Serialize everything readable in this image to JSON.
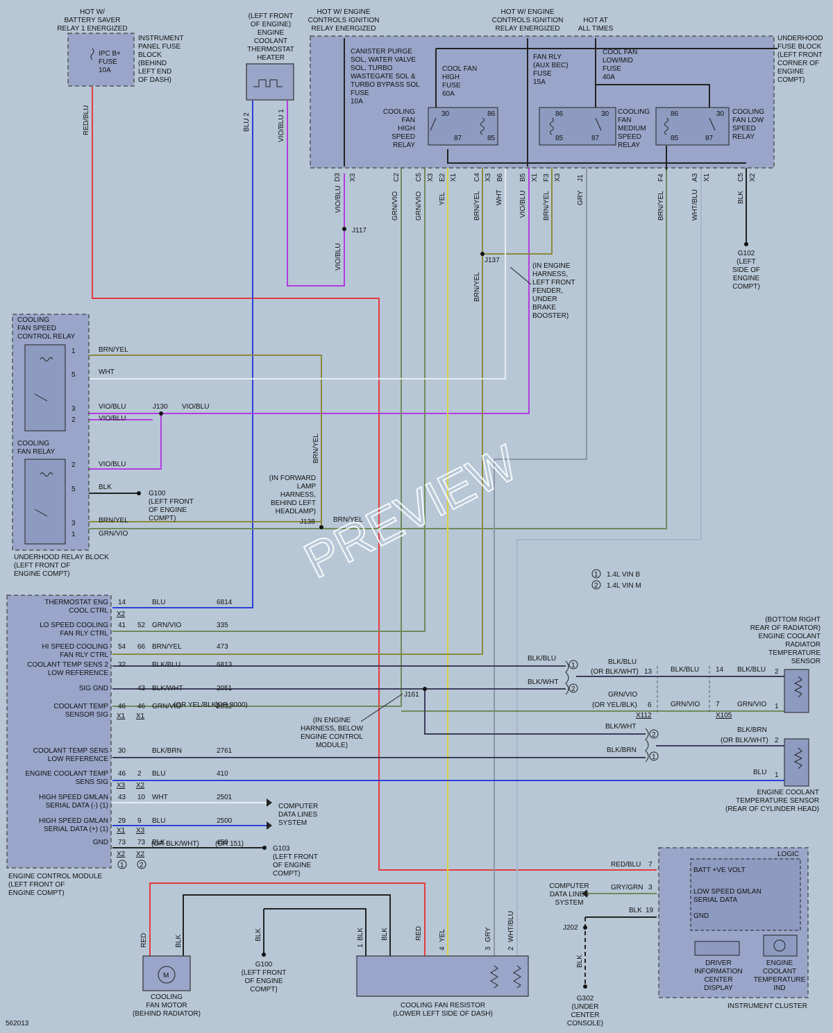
{
  "top": {
    "hot_battery_saver": [
      "HOT W/",
      "BATTERY SAVER",
      "RELAY 1 ENERGIZED"
    ],
    "ipc_fuse": [
      "IPC B+",
      "FUSE",
      "10A"
    ],
    "ip_fuse_block": [
      "INSTRUMENT",
      "PANEL FUSE",
      "BLOCK",
      "(BEHIND",
      "LEFT END",
      "OF DASH)"
    ],
    "heater_label": [
      "(LEFT FRONT",
      "OF ENGINE)",
      "ENGINE",
      "COOLANT",
      "THERMOSTAT",
      "HEATER"
    ],
    "hot_engine_1": [
      "HOT W/ ENGINE",
      "CONTROLS IGNITION",
      "RELAY ENERGIZED"
    ],
    "hot_engine_2": [
      "HOT W/ ENGINE",
      "CONTROLS IGNITION",
      "RELAY ENERGIZED"
    ],
    "hot_all_times": [
      "HOT AT",
      "ALL TIMES"
    ],
    "underhood_fuse_block": [
      "UNDERHOOD",
      "FUSE BLOCK",
      "(LEFT FRONT",
      "CORNER OF",
      "ENGINE",
      "COMPT)"
    ],
    "canister_fuse": [
      "CANISTER PURGE",
      "SOL, WATER VALVE",
      "SOL, TURBO",
      "WASTEGATE SOL &",
      "TURBO BYPASS SOL",
      "FUSE",
      "10A"
    ],
    "cool_fan_high_fuse": [
      "COOL FAN",
      "HIGH",
      "FUSE",
      "60A"
    ],
    "fan_rly_fuse": [
      "FAN RLY",
      "(AUX BEC)",
      "FUSE",
      "15A"
    ],
    "cool_fan_lowmid_fuse": [
      "COOL FAN",
      "LOW/MID",
      "FUSE",
      "40A"
    ],
    "high_relay": [
      "COOLING",
      "FAN",
      "HIGH",
      "SPEED",
      "RELAY"
    ],
    "medium_relay": [
      "COOLING",
      "FAN",
      "MEDIUM",
      "SPEED",
      "RELAY"
    ],
    "low_relay": [
      "COOLING",
      "FAN LOW",
      "SPEED",
      "RELAY"
    ],
    "relay_pins": [
      "30",
      "86",
      "87",
      "85"
    ],
    "connector_labels": [
      "D3",
      "X3",
      "C2",
      "C5",
      "X3",
      "E2",
      "X1",
      "C4",
      "X3",
      "B6",
      "B5",
      "X1",
      "F3",
      "X3",
      "J1",
      "F4",
      "A3",
      "X1",
      "C5",
      "X2"
    ],
    "g102": [
      "G102",
      "(LEFT",
      "SIDE OF",
      "ENGINE",
      "COMPT)"
    ]
  },
  "wires": {
    "red_blu": "RED/BLU",
    "blu_2": "BLU  2",
    "vio_blu_1": "VIO/BLU  1",
    "vio_blu": "VIO/BLU",
    "grn_vio": "GRN/VIO",
    "yel": "YEL",
    "brn_yel": "BRN/YEL",
    "wht": "WHT",
    "gry": "GRY",
    "wht_blu": "WHT/BLU",
    "blk": "BLK",
    "red": "RED",
    "j117": "J117",
    "j137": "J137",
    "j137_note": [
      "(IN ENGINE",
      "HARNESS,",
      "LEFT FRONT",
      "FENDER,",
      "UNDER",
      "BRAKE",
      "BOOSTER)"
    ],
    "j130": "J130",
    "j138": "J138",
    "j138_note": [
      "(IN FORWARD",
      "LAMP",
      "HARNESS,",
      "BEHIND LEFT",
      "HEADLAMP)"
    ],
    "j161": "J161",
    "j161_note": [
      "(IN ENGINE",
      "HARNESS, BELOW",
      "ENGINE CONTROL",
      "MODULE)"
    ],
    "j202": "J202"
  },
  "relay_block": {
    "speed_relay": [
      "COOLING",
      "FAN SPEED",
      "CONTROL RELAY"
    ],
    "fan_relay": [
      "COOLING",
      "FAN RELAY"
    ],
    "location": [
      "UNDERHOOD RELAY BLOCK",
      "(LEFT FRONT OF",
      "ENGINE COMPT)"
    ],
    "g100_right": [
      "G100",
      "(LEFT FRONT",
      "OF ENGINE",
      "COMPT)"
    ],
    "pin_labels": [
      "1",
      "5",
      "3",
      "2",
      "2",
      "5",
      "3",
      "1"
    ],
    "wire_labels": [
      "BRN/YEL",
      "WHT",
      "VIO/BLU",
      "VIO/BLU",
      "VIO/BLU",
      "BLK",
      "BRN/YEL",
      "GRN/VIO",
      "VIO/BLU",
      "BRN/YEL"
    ]
  },
  "legend": [
    {
      "num": "1",
      "text": "1.4L VIN B"
    },
    {
      "num": "2",
      "text": "1.4L VIN M"
    }
  ],
  "ecm": {
    "title": [
      "ENGINE CONTROL MODULE",
      "(LEFT FRONT OF",
      "ENGINE COMPT)"
    ],
    "rows": [
      {
        "label": [
          "THERMOSTAT ENG",
          "COOL CTRL"
        ],
        "pin": "14",
        "pin2": "",
        "color": "BLU",
        "circuit": "6814"
      },
      {
        "label": [
          "LO SPEED COOLING",
          "FAN RLY CTRL"
        ],
        "pin": "41",
        "pin2": "52",
        "color": "GRN/VIO",
        "circuit": "335"
      },
      {
        "label": [
          "HI SPEED COOLING",
          "FAN RLY CTRL"
        ],
        "pin": "54",
        "pin2": "66",
        "color": "BRN/YEL",
        "circuit": "473"
      },
      {
        "label": [
          "COOLANT TEMP SENS 2",
          "LOW REFERENCE"
        ],
        "pin": "32",
        "pin2": "",
        "color": "BLK/BLU",
        "circuit": "6813"
      },
      {
        "label": [
          "SIG GND"
        ],
        "pin": "",
        "pin2": "43",
        "color": "BLK/WHT",
        "circuit": "2051"
      },
      {
        "label": [
          "COOLANT TEMP",
          "SENSOR SIG"
        ],
        "pin": "46",
        "pin2": "46",
        "color": "GRN/VIO",
        "circuit": "2032"
      },
      {
        "label": [
          "COOLANT TEMP SENS",
          "LOW REFERENCE"
        ],
        "pin": "30",
        "pin2": "",
        "color": "BLK/BRN",
        "circuit": "2761"
      },
      {
        "label": [
          "ENGINE COOLANT TEMP",
          "SENS SIG"
        ],
        "pin": "46",
        "pin2": "2",
        "color": "BLU",
        "circuit": "410"
      },
      {
        "label": [
          "HIGH SPEED GMLAN",
          "SERIAL DATA (-) (1)"
        ],
        "pin": "43",
        "pin2": "10",
        "color": "WHT",
        "circuit": "2501"
      },
      {
        "label": [
          "HIGH SPEED GMLAN",
          "SERIAL DATA (+) (1)"
        ],
        "pin": "29",
        "pin2": "9",
        "color": "BLU",
        "circuit": "2500"
      },
      {
        "label": [
          "GND"
        ],
        "pin": "73",
        "pin2": "73",
        "color": "BLK",
        "circuit": "450"
      }
    ],
    "or_yel_blk": "(OR YEL/BLK)",
    "or_3000": "(OR 3000)",
    "or_blk_wht": "(OR BLK/WHT)",
    "or_151": "(OR 151)",
    "x_labels": [
      "X2",
      "X1",
      "X1",
      "X3",
      "X2",
      "X1",
      "X3",
      "X2",
      "X2"
    ],
    "computer_data": [
      "COMPUTER",
      "DATA LINES",
      "SYSTEM"
    ],
    "g103": [
      "G103",
      "(LEFT FRONT",
      "OF ENGINE",
      "COMPT)"
    ]
  },
  "radiator_sensor": {
    "title": [
      "(BOTTOM RIGHT",
      "REAR OF RADIATOR)",
      "ENGINE COOLANT",
      "RADIATOR",
      "TEMPERATURE",
      "SENSOR"
    ],
    "blk_blu": "BLK/BLU",
    "or_blk_wht": "(OR BLK/WHT)",
    "pin13": "13",
    "pin14": "14",
    "pin2": "2",
    "grn_vio": "GRN/VIO",
    "or_yel_blk": "(OR YEL/BLK)",
    "pin6": "6",
    "pin7": "7",
    "pin1": "1",
    "x112": "X112",
    "x105": "X105",
    "blk_wht": "BLK/WHT"
  },
  "head_sensor": {
    "title": [
      "ENGINE COOLANT",
      "TEMPERATURE SENSOR",
      "(REAR OF CYLINDER HEAD)"
    ],
    "blk_brn": "BLK/BRN",
    "or_blk_wht": "(OR BLK/WHT)",
    "blu": "BLU",
    "blk_wht": "BLK/WHT"
  },
  "bottom": {
    "fan_motor": [
      "COOLING",
      "FAN MOTOR",
      "(BEHIND RADIATOR)"
    ],
    "motor_symbol": "M",
    "g100": [
      "G100",
      "(LEFT FRONT",
      "OF ENGINE",
      "COMPT)"
    ],
    "resistor": [
      "COOLING FAN RESISTOR",
      "(LOWER LEFT SIDE OF DASH)"
    ],
    "resistor_pins": [
      "1",
      "4",
      "3",
      "2"
    ],
    "g302": [
      "G302",
      "(UNDER",
      "CENTER",
      "CONSOLE)"
    ],
    "computer_data": [
      "COMPUTER",
      "DATA LINES",
      "SYSTEM"
    ],
    "figure_id": "562013"
  },
  "cluster": {
    "logic": "LOGIC",
    "batt": "BATT +VE VOLT",
    "serial": [
      "LOW SPEED GMLAN",
      "SERIAL DATA"
    ],
    "gnd": "GND",
    "red_blu": "RED/BLU",
    "gry_grn": "GRY/GRN",
    "blk": "BLK",
    "pin7": "7",
    "pin3": "3",
    "pin19": "19",
    "dic": [
      "DRIVER",
      "INFORMATION",
      "CENTER",
      "DISPLAY"
    ],
    "temp_ind": [
      "ENGINE",
      "COOLANT",
      "TEMPERATURE",
      "IND"
    ],
    "title": "INSTRUMENT CLUSTER"
  },
  "watermark": "PREVIEW",
  "colors": {
    "red": "#e33b3b",
    "blue": "#2a3fd6",
    "violet": "#b43be0",
    "olive": "#8a8a3a",
    "green": "#6f8a5a",
    "yellow": "#d8d43a",
    "gray": "#8a95a6",
    "white": "#e8eef2",
    "black": "#222222"
  }
}
